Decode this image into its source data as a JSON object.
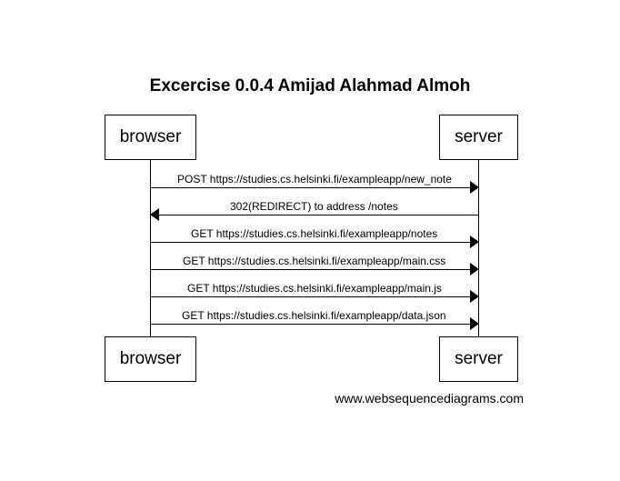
{
  "title": "Excercise 0.0.4 Amijad Alahmad Almoh",
  "participants": {
    "left": "browser",
    "right": "server"
  },
  "messages": [
    {
      "label": "POST https://studies.cs.helsinki.fi/exampleapp/new_note",
      "direction": "right"
    },
    {
      "label": "302(REDIRECT) to address /notes",
      "direction": "left"
    },
    {
      "label": "GET https://studies.cs.helsinki.fi/exampleapp/notes",
      "direction": "right"
    },
    {
      "label": "GET https://studies.cs.helsinki.fi/exampleapp/main.css",
      "direction": "right"
    },
    {
      "label": "GET https://studies.cs.helsinki.fi/exampleapp/main.js",
      "direction": "right"
    },
    {
      "label": "GET https://studies.cs.helsinki.fi/exampleapp/data.json",
      "direction": "right"
    }
  ],
  "credit": "www.websequencediagrams.com"
}
